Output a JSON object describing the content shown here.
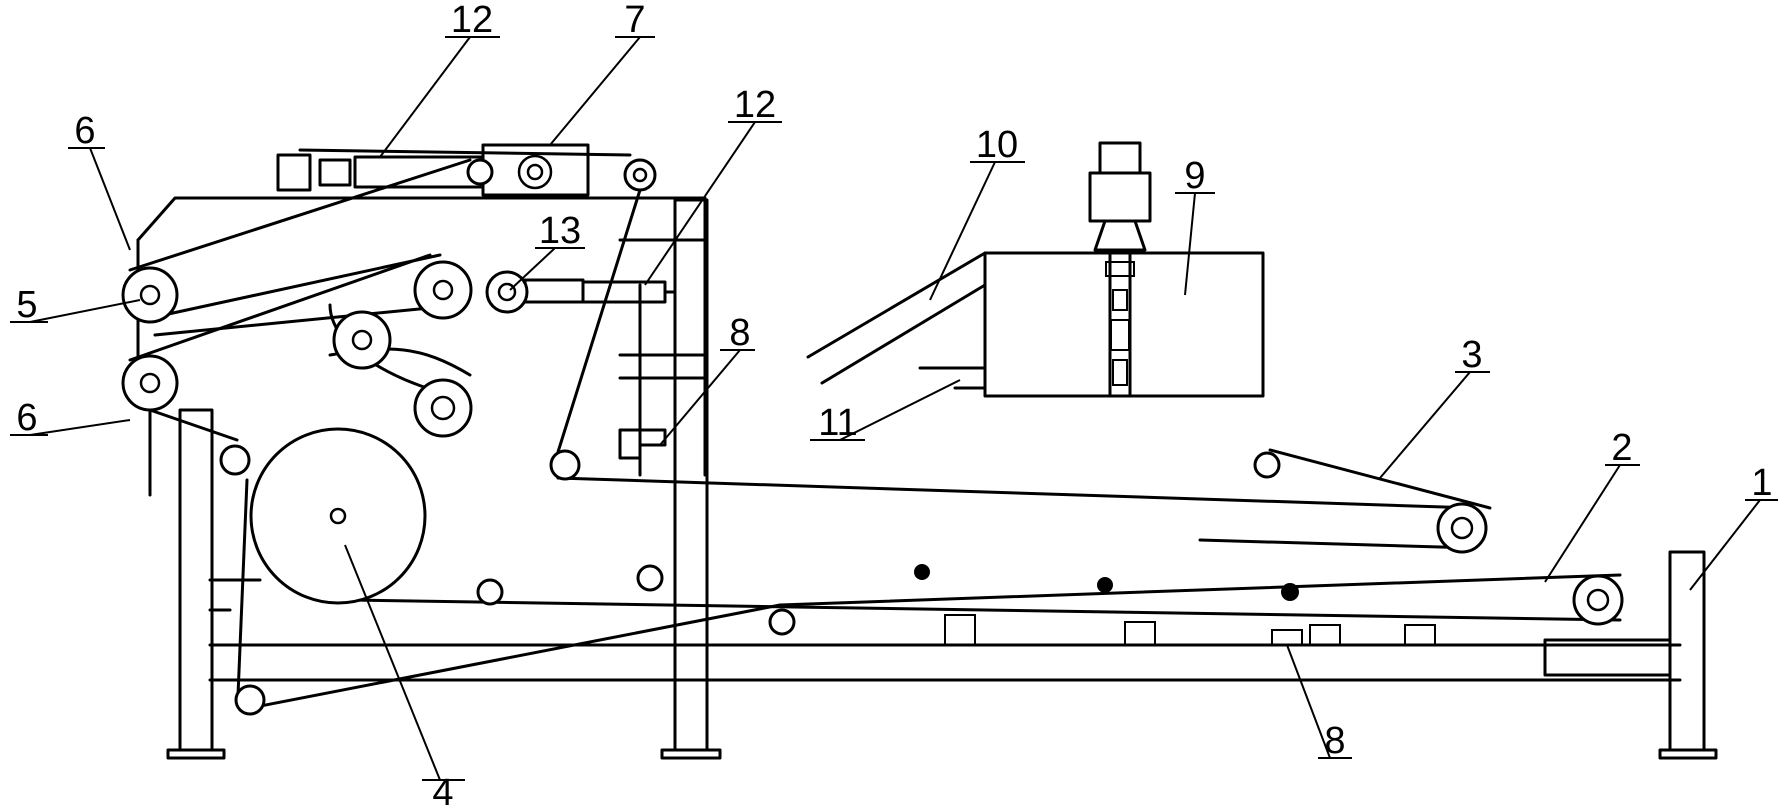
{
  "labels": {
    "l1": "1",
    "l2": "2",
    "l3": "3",
    "l4": "4",
    "l5": "5",
    "l6a": "6",
    "l6b": "6",
    "l7": "7",
    "l8a": "8",
    "l8b": "8",
    "l9": "9",
    "l10": "10",
    "l11": "11",
    "l12a": "12",
    "l12b": "12",
    "l13": "13"
  }
}
